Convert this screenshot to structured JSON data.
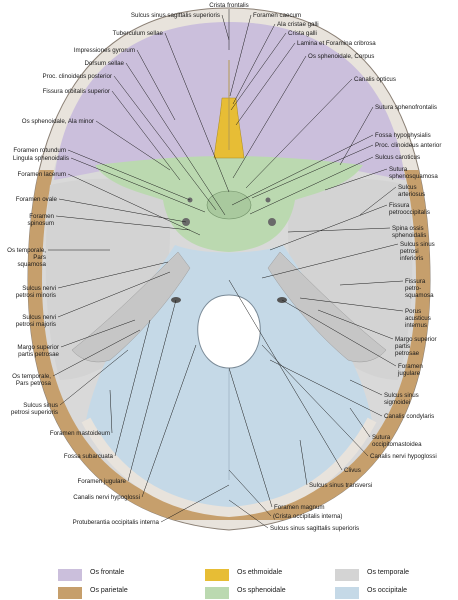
{
  "labels": [
    {
      "id": "crista-frontalis",
      "text": "Crista frontalis"
    },
    {
      "id": "sulcus-sinus-sagittalis-superioris-top",
      "text": "Sulcus sinus sagittalis superioris"
    },
    {
      "id": "foramen-caecum",
      "text": "Foramen caecum"
    },
    {
      "id": "ala-cristae-galli",
      "text": "Ala cristae galli"
    },
    {
      "id": "tuberculum-sellae",
      "text": "Tuberculum sellae"
    },
    {
      "id": "crista-galli",
      "text": "Crista galli"
    },
    {
      "id": "lamina-et-foramina-cribrosa",
      "text": "Lamina et Foramina cribrosa"
    },
    {
      "id": "impressiones-gyrorum",
      "text": "Impressiones gyrorum"
    },
    {
      "id": "os-sphenoidale-corpus",
      "text": "Os sphenoidale, Corpus"
    },
    {
      "id": "dorsum-sellae",
      "text": "Dorsum sellae"
    },
    {
      "id": "proc-clinoideus-posterior",
      "text": "Proc. clinoideus posterior"
    },
    {
      "id": "canalis-opticus",
      "text": "Canalis opticus"
    },
    {
      "id": "fissura-orbitalis-superior",
      "text": "Fissura orbitalis superior"
    },
    {
      "id": "sutura-sphenofrontalis",
      "text": "Sutura sphenofrontalis"
    },
    {
      "id": "os-sphenoidale-ala-minor",
      "text": "Os sphenoidale, Ala minor"
    },
    {
      "id": "fossa-hypophysialis",
      "text": "Fossa hypophysialis"
    },
    {
      "id": "foramen-rotundum",
      "text": "Foramen rotundum"
    },
    {
      "id": "proc-clinoideus-anterior",
      "text": "Proc. clinoideus anterior"
    },
    {
      "id": "lingula-sphenoidalis",
      "text": "Lingula sphenoidalis"
    },
    {
      "id": "sulcus-caroticus",
      "text": "Sulcus caroticus"
    },
    {
      "id": "foramen-lacerum",
      "text": "Foramen lacerum"
    },
    {
      "id": "sutura-sphenosquamosa-1",
      "text": "Sutura"
    },
    {
      "id": "sutura-sphenosquamosa-2",
      "text": "sphenosquamosa"
    },
    {
      "id": "sulcus-arteriosus-1",
      "text": "Sulcus"
    },
    {
      "id": "sulcus-arteriosus-2",
      "text": "arteriosus"
    },
    {
      "id": "foramen-ovale",
      "text": "Foramen ovale"
    },
    {
      "id": "fissura-petrooccipitalis-1",
      "text": "Fissura"
    },
    {
      "id": "fissura-petrooccipitalis-2",
      "text": "petrooccipitalis"
    },
    {
      "id": "foramen-spinosum-1",
      "text": "Foramen"
    },
    {
      "id": "foramen-spinosum-2",
      "text": "spinosum"
    },
    {
      "id": "spina-ossis-sphenoidalis-1",
      "text": "Spina ossis"
    },
    {
      "id": "spina-ossis-sphenoidalis-2",
      "text": "sphenoidalis"
    },
    {
      "id": "os-temporale-pars-squamosa-1",
      "text": "Os temporale,"
    },
    {
      "id": "os-temporale-pars-squamosa-2",
      "text": "Pars"
    },
    {
      "id": "os-temporale-pars-squamosa-3",
      "text": "squamosa"
    },
    {
      "id": "sulcus-sinus-petrosi-inferioris-1",
      "text": "Sulcus sinus"
    },
    {
      "id": "sulcus-sinus-petrosi-inferioris-2",
      "text": "petrosi"
    },
    {
      "id": "sulcus-sinus-petrosi-inferioris-3",
      "text": "inferioris"
    },
    {
      "id": "sulcus-nervi-petrosi-minoris-1",
      "text": "Sulcus nervi"
    },
    {
      "id": "sulcus-nervi-petrosi-minoris-2",
      "text": "petrosi minoris"
    },
    {
      "id": "fissura-petrosquamosa-1",
      "text": "Fissura"
    },
    {
      "id": "fissura-petrosquamosa-2",
      "text": "petro-"
    },
    {
      "id": "fissura-petrosquamosa-3",
      "text": "squamosa"
    },
    {
      "id": "sulcus-nervi-petrosi-majoris-1",
      "text": "Sulcus nervi"
    },
    {
      "id": "sulcus-nervi-petrosi-majoris-2",
      "text": "petrosi majoris"
    },
    {
      "id": "porus-acusticus-internus-1",
      "text": "Porus"
    },
    {
      "id": "porus-acusticus-internus-2",
      "text": "acusticus"
    },
    {
      "id": "porus-acusticus-internus-3",
      "text": "internus"
    },
    {
      "id": "margo-superior-left-1",
      "text": "Margo superior"
    },
    {
      "id": "margo-superior-left-2",
      "text": "partis petrosae"
    },
    {
      "id": "margo-superior-right-1",
      "text": "Margo superior"
    },
    {
      "id": "margo-superior-right-2",
      "text": "partis"
    },
    {
      "id": "margo-superior-right-3",
      "text": "petrosae"
    },
    {
      "id": "os-temporale-pars-petrosa-1",
      "text": "Os temporale,"
    },
    {
      "id": "os-temporale-pars-petrosa-2",
      "text": "Pars petrosa"
    },
    {
      "id": "foramen-jugulare-right-1",
      "text": "Foramen"
    },
    {
      "id": "foramen-jugulare-right-2",
      "text": "jugulare"
    },
    {
      "id": "sulcus-sinus-petrosi-superioris-1",
      "text": "Sulcus sinus"
    },
    {
      "id": "sulcus-sinus-petrosi-superioris-2",
      "text": "petrosi superioris"
    },
    {
      "id": "sulcus-sinus-sigmoidei-1",
      "text": "Sulcus sinus"
    },
    {
      "id": "sulcus-sinus-sigmoidei-2",
      "text": "sigmoidei"
    },
    {
      "id": "canalis-condylaris",
      "text": "Canalis condylaris"
    },
    {
      "id": "foramen-mastoideum",
      "text": "Foramen mastoideum"
    },
    {
      "id": "sutura-occipitomastoidea-1",
      "text": "Sutura"
    },
    {
      "id": "sutura-occipitomastoidea-2",
      "text": "occipitomastoidea"
    },
    {
      "id": "fossa-subarcuata",
      "text": "Fossa subarcuata"
    },
    {
      "id": "canalis-nervi-hypoglossi-right",
      "text": "Canalis nervi hypoglossi"
    },
    {
      "id": "clivus",
      "text": "Clivus"
    },
    {
      "id": "foramen-jugulare-left",
      "text": "Foramen jugulare"
    },
    {
      "id": "sulcus-sinus-transversi",
      "text": "Sulcus sinus transversi"
    },
    {
      "id": "canalis-nervi-hypoglossi-left",
      "text": "Canalis nervi hypoglossi"
    },
    {
      "id": "foramen-magnum",
      "text": "Foramen magnum"
    },
    {
      "id": "crista-occipitalis-interna",
      "text": "(Crista occipitalis interna)"
    },
    {
      "id": "protuberantia-occipitalis-interna",
      "text": "Protuberantia occipitalis interna"
    },
    {
      "id": "sulcus-sinus-sagittalis-superioris-bottom",
      "text": "Sulcus sinus sagittalis superioris"
    }
  ],
  "legend": [
    {
      "label": "Os frontale",
      "color": "#cbbfdc"
    },
    {
      "label": "Os ethmoidale",
      "color": "#e7bd35"
    },
    {
      "label": "Os temporale",
      "color": "#d4d4d4"
    },
    {
      "label": "Os parietale",
      "color": "#c69f6c"
    },
    {
      "label": "Os sphenoidale",
      "color": "#bbd9b0"
    },
    {
      "label": "Os occipitale",
      "color": "#c5d9e7"
    }
  ],
  "colors": {
    "frontale": "#cbbfdc",
    "parietale": "#c69f6c",
    "ethmoidale": "#e7bd35",
    "sphenoidale": "#bbd9b0",
    "temporale": "#d8d8d8",
    "occipitale": "#c5d9e7",
    "rim": "#e8e3dc"
  }
}
